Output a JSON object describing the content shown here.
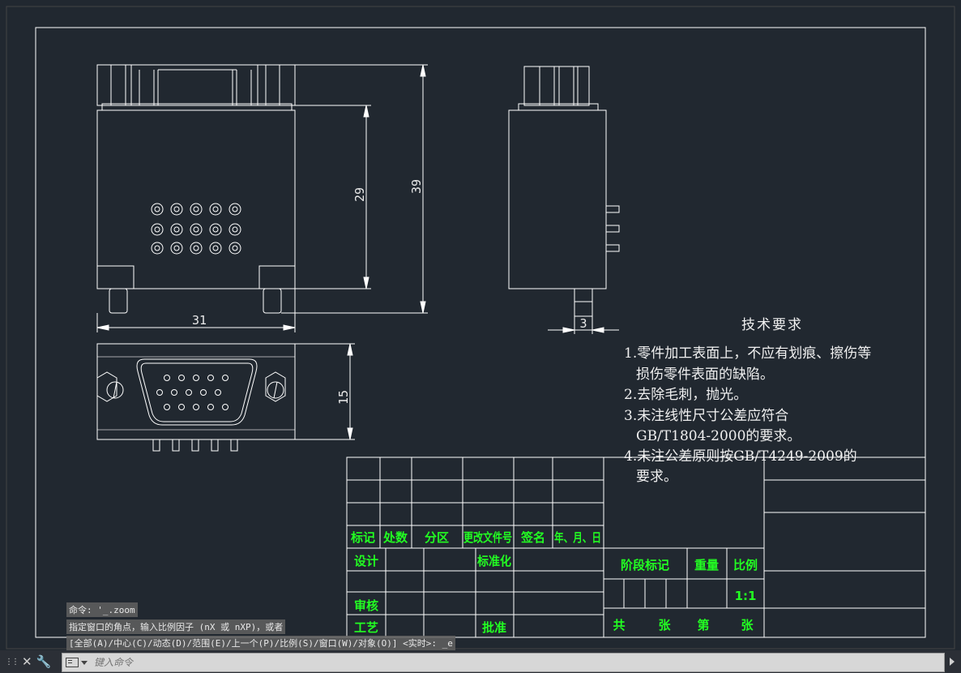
{
  "dimensions": {
    "d29": "29",
    "d39": "39",
    "d31": "31",
    "d3": "3",
    "d15": "15"
  },
  "tech_requirements": {
    "title": "技术要求",
    "lines": [
      "1.零件加工表面上，不应有划痕、擦伤等",
      "损伤零件表面的缺陷。",
      "2.去除毛刺，抛光。",
      "3.未注线性尺寸公差应符合",
      "GB/T1804-2000的要求。",
      "4.未注公差原则按GB/T4249-2009的",
      "要求。"
    ]
  },
  "title_block": {
    "col_headers": [
      "标记",
      "处数",
      "分区",
      "更改文件号",
      "签名",
      "年、月、日"
    ],
    "design": "设计",
    "standardization": "标准化",
    "review": "审核",
    "process": "工艺",
    "approve": "批准",
    "stage_mark": "阶段标记",
    "weight": "重量",
    "scale": "比例",
    "scale_value": "1:1",
    "total": "共",
    "sheets": "张",
    "sheet_no": "第",
    "sheet_unit": "张"
  },
  "command_history": [
    "命令: '_.zoom",
    "指定窗口的角点，输入比例因子 (nX 或 nXP)，或者",
    "[全部(A)/中心(C)/动态(D)/范围(E)/上一个(P)/比例(S)/窗口(W)/对象(O)] <实时>: _e"
  ],
  "command_input": {
    "placeholder": "键入命令"
  },
  "colors": {
    "background": "#212830",
    "linework": "#ffffff",
    "titleblock_text": "#22ff22"
  }
}
